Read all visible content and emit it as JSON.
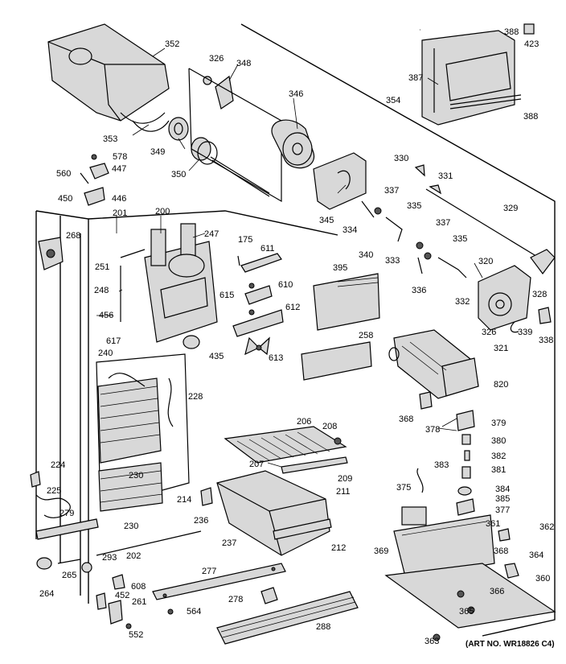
{
  "diagram": {
    "art_number": "(ART NO. WR18826 C4)",
    "labels": [
      "352",
      "326",
      "348",
      "346",
      "388",
      "423",
      "387",
      "354",
      "388",
      "353",
      "349",
      "350",
      "578",
      "447",
      "560",
      "446",
      "450",
      "330",
      "331",
      "337",
      "335",
      "329",
      "345",
      "334",
      "340",
      "333",
      "337",
      "335",
      "320",
      "328",
      "336",
      "332",
      "326",
      "339",
      "338",
      "321",
      "200",
      "247",
      "201",
      "268",
      "175",
      "611",
      "251",
      "248",
      "615",
      "610",
      "612",
      "395",
      "258",
      "456",
      "617",
      "613",
      "435",
      "240",
      "228",
      "820",
      "206",
      "208",
      "368",
      "378",
      "379",
      "380",
      "224",
      "207",
      "382",
      "230",
      "383",
      "381",
      "225",
      "209",
      "211",
      "375",
      "384",
      "385",
      "377",
      "279",
      "214",
      "236",
      "230",
      "237",
      "212",
      "361",
      "362",
      "369",
      "293",
      "202",
      "368",
      "364",
      "264",
      "265",
      "277",
      "608",
      "360",
      "452",
      "261",
      "278",
      "366",
      "564",
      "365",
      "552",
      "288",
      "363"
    ]
  }
}
